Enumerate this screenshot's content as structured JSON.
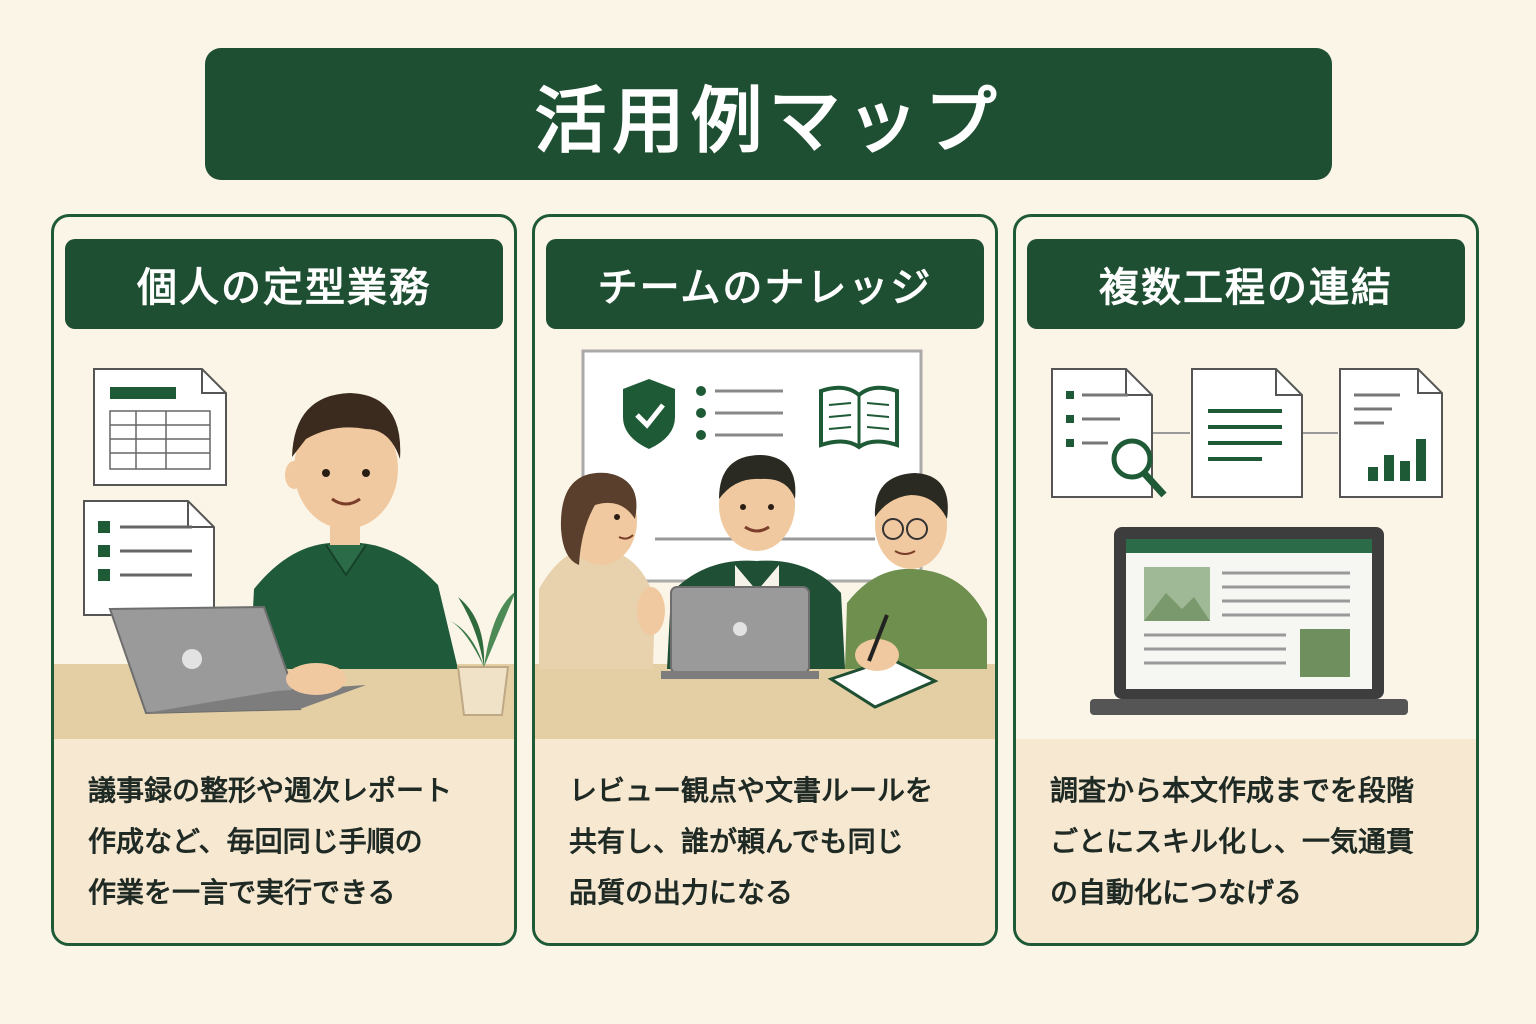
{
  "title": "活用例マップ",
  "cards": [
    {
      "heading": "個人の定型業務",
      "lines": [
        "議事録の整形や週次レポート",
        "作成など、毎回同じ手順の",
        "作業を一言で実行できる"
      ],
      "icons": [
        "spreadsheet-document-icon",
        "checklist-document-icon",
        "laptop-icon",
        "potted-plant-icon"
      ]
    },
    {
      "heading": "チームのナレッジ",
      "lines": [
        "レビュー観点や文書ルールを",
        "共有し、誰が頼んでも同じ",
        "品質の出力になる"
      ],
      "icons": [
        "shield-check-icon",
        "list-icon",
        "open-book-icon",
        "laptop-icon",
        "notebook-pen-icon"
      ]
    },
    {
      "heading": "複数工程の連結",
      "lines": [
        "調査から本文作成までを段階",
        "ごとにスキル化し、一気通貫",
        "の自動化につなげる"
      ],
      "icons": [
        "search-document-icon",
        "text-document-icon",
        "chart-document-icon",
        "laptop-icon"
      ]
    }
  ],
  "colors": {
    "background": "#fbf5e8",
    "brand_green": "#1e4f33",
    "card_border": "#1e5a36",
    "text_panel": "#f7e8d2",
    "desk": "#e4cfa4"
  }
}
